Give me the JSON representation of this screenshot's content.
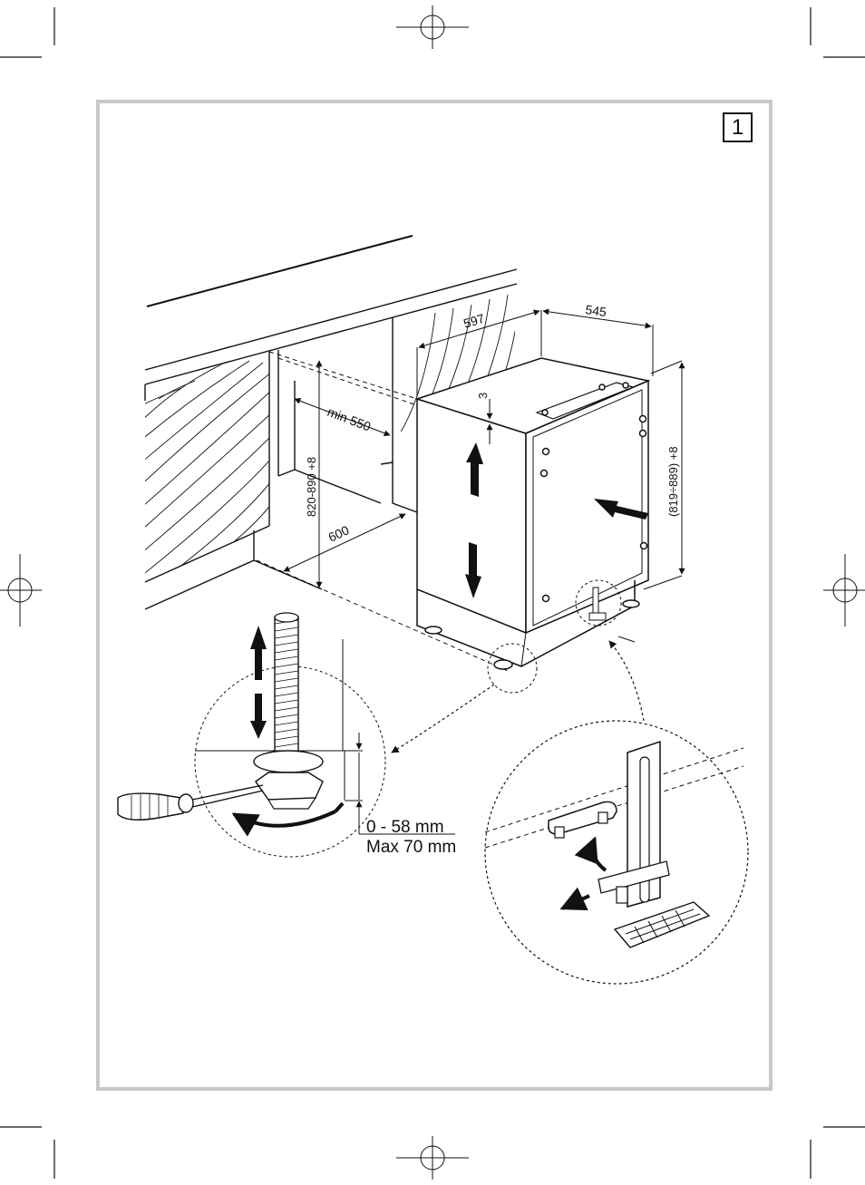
{
  "figure": {
    "number": "1"
  },
  "dimensions": {
    "width": "597",
    "depth": "545",
    "gap_top": "3",
    "min_depth": "min 550",
    "niche_height": "820-890 +8",
    "niche_width": "600",
    "appliance_height": "(819÷889) +8"
  },
  "foot_adjustment": {
    "range": "0 - 58 mm",
    "max": "Max 70 mm"
  },
  "colors": {
    "line": "#111111",
    "frame": "#c8c8c8",
    "background": "#ffffff"
  }
}
